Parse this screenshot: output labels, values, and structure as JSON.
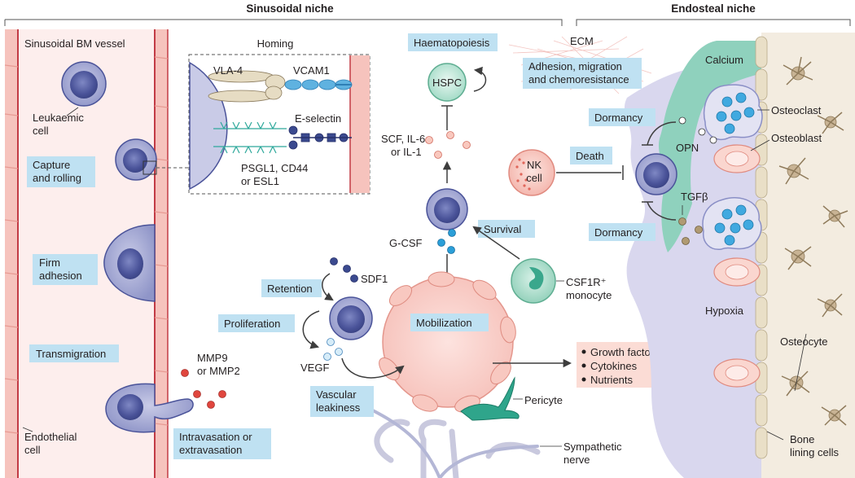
{
  "headers": {
    "sinusoidal": "Sinusoidal niche",
    "endosteal": "Endosteal niche"
  },
  "vessel": {
    "title": "Sinusoidal BM vessel",
    "leukaemic_1": "Leukaemic",
    "leukaemic_2": "cell",
    "endo_1": "Endothelial",
    "endo_2": "cell"
  },
  "stages": {
    "capture_1": "Capture",
    "capture_2": "and rolling",
    "firm_1": "Firm",
    "firm_2": "adhesion",
    "transmigration": "Transmigration",
    "intra_1": "Intravasation or",
    "intra_2": "extravasation"
  },
  "homing": {
    "title": "Homing",
    "vla4": "VLA-4",
    "vcam1": "VCAM1",
    "eselectin": "E-selectin",
    "psgl_1": "PSGL1, CD44",
    "psgl_2": "or ESL1"
  },
  "center": {
    "haematopoiesis": "Haematopoiesis",
    "hspc": "HSPC",
    "ecm": "ECM",
    "adhesion_1": "Adhesion, migration",
    "adhesion_2": "and chemoresistance",
    "scf_1": "SCF, IL-6",
    "scf_2": "or IL-1",
    "gcsf": "G-CSF",
    "survival": "Survival",
    "csf_1": "CSF1R⁺",
    "csf_2": "monocyte",
    "retention": "Retention",
    "sdf1": "SDF1",
    "proliferation": "Proliferation",
    "vegf": "VEGF",
    "mmp_1": "MMP9",
    "mmp_2": "or MMP2",
    "mobilization": "Mobilization",
    "vascular_1": "Vascular",
    "vascular_2": "leakiness",
    "pericyte": "Pericyte",
    "sympathetic_1": "Sympathetic",
    "sympathetic_2": "nerve",
    "nk_1": "NK",
    "nk_2": "cell",
    "death": "Death",
    "growth": [
      "Growth factors",
      "Cytokines",
      "Nutrients"
    ]
  },
  "endosteal": {
    "calcium": "Calcium",
    "osteoclast": "Osteoclast",
    "osteoblast": "Osteoblast",
    "dormancy_top": "Dormancy",
    "dormancy_bottom": "Dormancy",
    "opn": "OPN",
    "tgfb": "TGFβ",
    "hypoxia": "Hypoxia",
    "osteocyte": "Osteocyte",
    "bone_1": "Bone",
    "bone_2": "lining cells"
  },
  "colors": {
    "label_box": "#bfe1f2",
    "vessel_wall": "#f7c9c4",
    "vessel_edge": "#c23b45",
    "cell_fill": "#5b65a8",
    "lavender": "#d7d5ec",
    "teal": "#8fd1bd",
    "bone": "#ece2cf",
    "pink_cell": "#f6c0b9",
    "dark_text": "#231f20"
  }
}
